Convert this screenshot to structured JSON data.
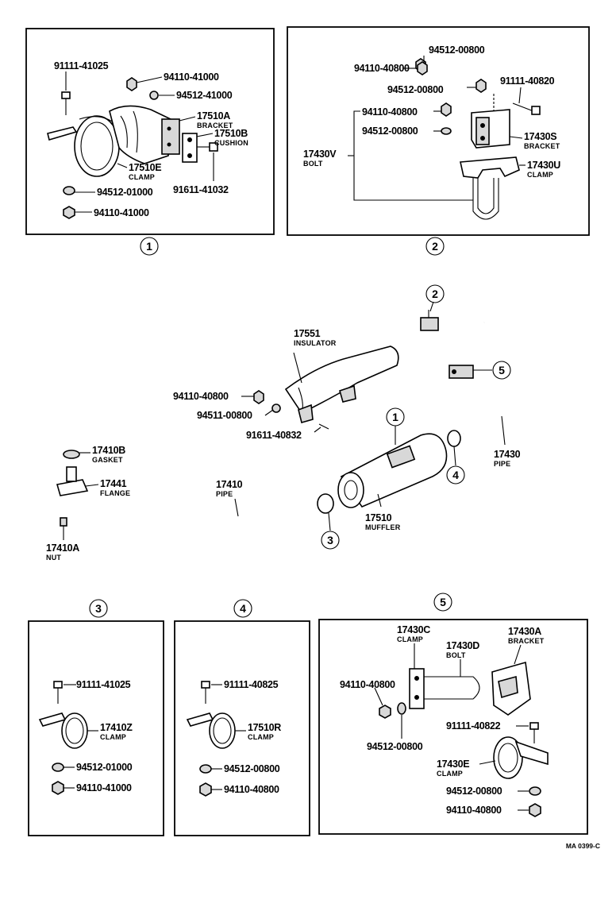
{
  "diagram": {
    "callouts": {
      "c1": "1",
      "c2": "2",
      "c3": "3",
      "c4": "4",
      "c5": "5"
    },
    "box1": {
      "p_91111_41025": "91111-41025",
      "p_94110_41000_a": "94110-41000",
      "p_94512_41000": "94512-41000",
      "p_17510A": "17510A",
      "p_17510A_name": "BRACKET",
      "p_17510B": "17510B",
      "p_17510B_name": "CUSHION",
      "p_17510E": "17510E",
      "p_17510E_name": "CLAMP",
      "p_94512_01000": "94512-01000",
      "p_91611_41032": "91611-41032",
      "p_94110_41000_b": "94110-41000"
    },
    "box2": {
      "p_94512_00800_a": "94512-00800",
      "p_94110_40800_a": "94110-40800",
      "p_94512_00800_b": "94512-00800",
      "p_91111_40820": "91111-40820",
      "p_94110_40800_b": "94110-40800",
      "p_94512_00800_c": "94512-00800",
      "p_17430S": "17430S",
      "p_17430S_name": "BRACKET",
      "p_17430V": "17430V",
      "p_17430V_name": "BOLT",
      "p_17430U": "17430U",
      "p_17430U_name": "CLAMP"
    },
    "main": {
      "p_17551": "17551",
      "p_17551_name": "INSULATOR",
      "p_94110_40800": "94110-40800",
      "p_94511_00800": "94511-00800",
      "p_91611_40832": "91611-40832",
      "p_17410B": "17410B",
      "p_17410B_name": "GASKET",
      "p_17441": "17441",
      "p_17441_name": "FLANGE",
      "p_17410": "17410",
      "p_17410_name": "PIPE",
      "p_17410A": "17410A",
      "p_17410A_name": "NUT",
      "p_17510": "17510",
      "p_17510_name": "MUFFLER",
      "p_17430": "17430",
      "p_17430_name": "PIPE"
    },
    "box3": {
      "p_91111_41025": "91111-41025",
      "p_17410Z": "17410Z",
      "p_17410Z_name": "CLAMP",
      "p_94512_01000": "94512-01000",
      "p_94110_41000": "94110-41000"
    },
    "box4": {
      "p_91111_40825": "91111-40825",
      "p_17510R": "17510R",
      "p_17510R_name": "CLAMP",
      "p_94512_00800": "94512-00800",
      "p_94110_40800": "94110-40800"
    },
    "box5": {
      "p_17430C": "17430C",
      "p_17430C_name": "CLAMP",
      "p_17430D": "17430D",
      "p_17430D_name": "BOLT",
      "p_17430A": "17430A",
      "p_17430A_name": "BRACKET",
      "p_94110_40800_a": "94110-40800",
      "p_91111_40822": "91111-40822",
      "p_94512_00800_a": "94512-00800",
      "p_17430E": "17430E",
      "p_17430E_name": "CLAMP",
      "p_94512_00800_b": "94512-00800",
      "p_94110_40800_b": "94110-40800"
    },
    "drawing_code": "MA 0399-C"
  }
}
